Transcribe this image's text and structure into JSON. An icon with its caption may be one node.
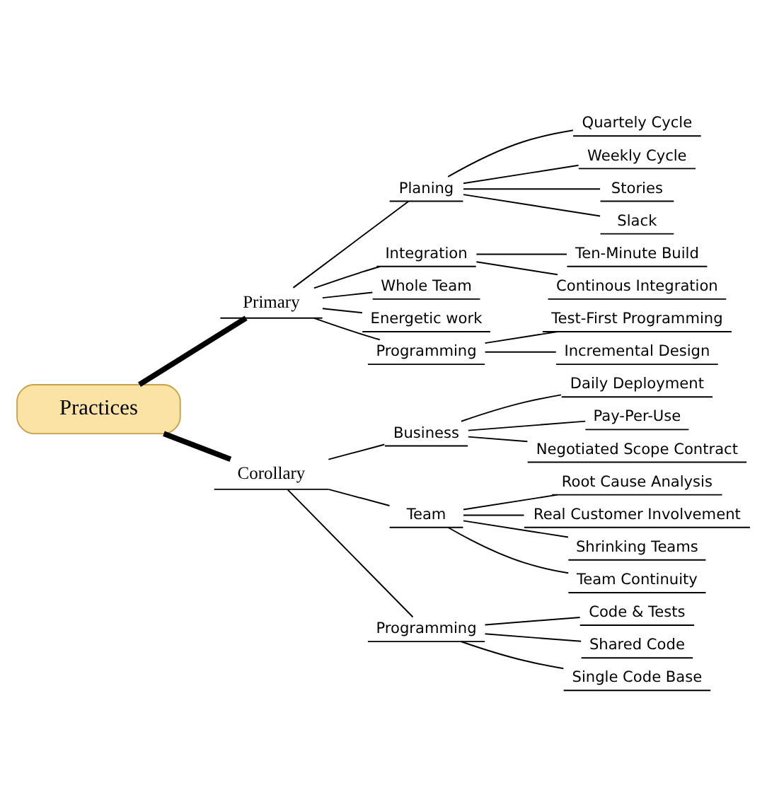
{
  "diagram": {
    "nodes": [
      {
        "text": [
          "Practices"
        ]
      },
      {
        "text": [
          "Primary"
        ]
      },
      {
        "text": [
          "Planing"
        ]
      },
      {
        "text": [
          "Quartely Cycle"
        ]
      },
      {
        "text": [
          "Weekly Cycle"
        ]
      },
      {
        "text": [
          "Stories"
        ]
      },
      {
        "text": [
          "Slack"
        ]
      },
      {
        "text": [
          "Integration"
        ]
      },
      {
        "text": [
          "Ten-Minute Build"
        ]
      },
      {
        "text": [
          "Continous Integration"
        ]
      },
      {
        "text": [
          "Whole Team"
        ]
      },
      {
        "text": [
          "Energetic work"
        ]
      },
      {
        "text": [
          "Programming"
        ]
      },
      {
        "text": [
          "Test-First Programming"
        ]
      },
      {
        "text": [
          "Incremental Design"
        ]
      },
      {
        "text": [
          "Corollary"
        ]
      },
      {
        "text": [
          "Business"
        ]
      },
      {
        "text": [
          "Daily Deployment"
        ]
      },
      {
        "text": [
          "Pay-Per-Use"
        ]
      },
      {
        "text": [
          "Negotiated Scope Contract"
        ]
      },
      {
        "text": [
          "Team"
        ]
      },
      {
        "text": [
          "Root Cause Analysis"
        ]
      },
      {
        "text": [
          "Real Customer Involvement"
        ]
      },
      {
        "text": [
          "Shrinking Teams"
        ]
      },
      {
        "text": [
          "Team Continuity"
        ]
      },
      {
        "text": [
          "Programming"
        ]
      },
      {
        "text": [
          "Code & Tests"
        ]
      },
      {
        "text": [
          "Shared Code"
        ]
      },
      {
        "text": [
          "Single Code Base"
        ]
      }
    ],
    "edges": [
      {
        "from": 0,
        "to": 1,
        "arrow": "none",
        "style": "thick"
      },
      {
        "from": 1,
        "to": 2,
        "arrow": "none"
      },
      {
        "from": 2,
        "to": 3,
        "arrow": "none"
      },
      {
        "from": 2,
        "to": 4,
        "arrow": "none"
      },
      {
        "from": 2,
        "to": 5,
        "arrow": "none"
      },
      {
        "from": 2,
        "to": 6,
        "arrow": "none"
      },
      {
        "from": 1,
        "to": 7,
        "arrow": "none"
      },
      {
        "from": 7,
        "to": 8,
        "arrow": "none"
      },
      {
        "from": 7,
        "to": 9,
        "arrow": "none"
      },
      {
        "from": 1,
        "to": 10,
        "arrow": "none"
      },
      {
        "from": 1,
        "to": 11,
        "arrow": "none"
      },
      {
        "from": 1,
        "to": 12,
        "arrow": "none"
      },
      {
        "from": 12,
        "to": 13,
        "arrow": "none"
      },
      {
        "from": 12,
        "to": 14,
        "arrow": "none"
      },
      {
        "from": 0,
        "to": 15,
        "arrow": "none",
        "style": "thick"
      },
      {
        "from": 15,
        "to": 16,
        "arrow": "none"
      },
      {
        "from": 16,
        "to": 17,
        "arrow": "none"
      },
      {
        "from": 16,
        "to": 18,
        "arrow": "none"
      },
      {
        "from": 16,
        "to": 19,
        "arrow": "none"
      },
      {
        "from": 15,
        "to": 20,
        "arrow": "none"
      },
      {
        "from": 20,
        "to": 21,
        "arrow": "none"
      },
      {
        "from": 20,
        "to": 22,
        "arrow": "none"
      },
      {
        "from": 20,
        "to": 23,
        "arrow": "none"
      },
      {
        "from": 20,
        "to": 24,
        "arrow": "none"
      },
      {
        "from": 15,
        "to": 25,
        "arrow": "none"
      },
      {
        "from": 25,
        "to": 26,
        "arrow": "none"
      },
      {
        "from": 25,
        "to": 27,
        "arrow": "none"
      },
      {
        "from": 25,
        "to": 28,
        "arrow": "none"
      }
    ]
  }
}
